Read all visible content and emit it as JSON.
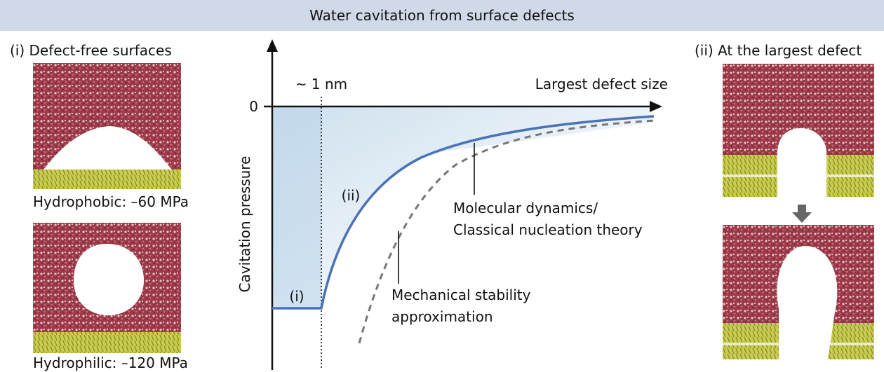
{
  "title": "Water cavitation from surface defects",
  "left_panel": {
    "heading": "(i) Defect-free surfaces",
    "top_caption": "Hydrophobic: –60 MPa",
    "bottom_caption": "Hydrophilic: –120 MPa"
  },
  "right_panel": {
    "heading": "(ii) At the largest defect"
  },
  "diagram": {
    "x_axis_label": "Largest defect size",
    "y_axis_label": "Cavitation pressure",
    "zero_tick": "0",
    "threshold_label": "~ 1 nm",
    "region_i": "(i)",
    "region_ii": "(ii)",
    "md_label_line1": "Molecular dynamics/",
    "md_label_line2": "Classical nucleation theory",
    "msa_label_line1": "Mechanical stability",
    "msa_label_line2": "approximation"
  },
  "colors": {
    "banner": "#cfd9e8",
    "solid_curve": "#4a72b8",
    "dashed_curve": "#777777",
    "water": "#9b3a48",
    "substrate": "#b8be3a"
  }
}
